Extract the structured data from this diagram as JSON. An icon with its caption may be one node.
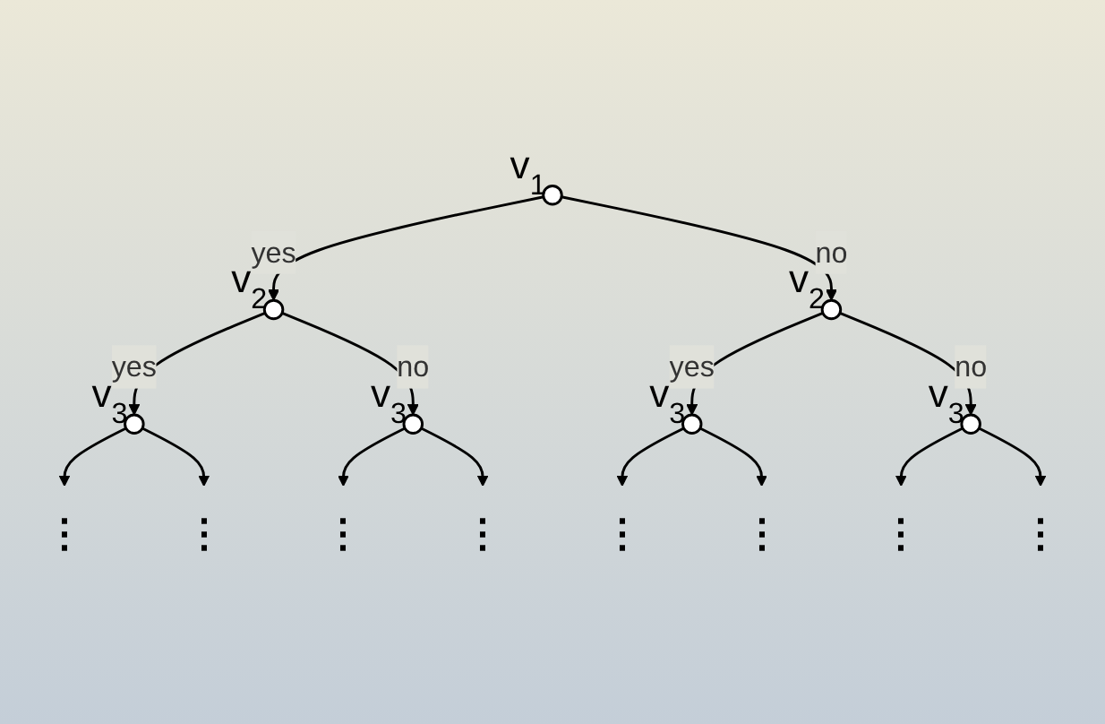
{
  "diagram": {
    "nodes": [
      {
        "text": [],
        "shape": "circle",
        "beside": [
          "v$_{1}$"
        ]
      },
      {
        "text": [],
        "shape": "circle",
        "beside": [
          "v$_{2}$"
        ]
      },
      {
        "text": [],
        "shape": "circle",
        "beside": [
          "v$_{2}$"
        ]
      },
      {
        "text": [],
        "shape": "circle",
        "beside": [
          "v$_{3}$"
        ]
      },
      {
        "text": [],
        "shape": "circle",
        "beside": [
          "v$_{3}$"
        ]
      },
      {
        "text": [],
        "shape": "circle",
        "beside": [
          "v$_{3}$"
        ]
      },
      {
        "text": [],
        "shape": "circle",
        "beside": [
          "v$_{3}$"
        ]
      },
      {
        "text": [
          "⋮"
        ]
      },
      {
        "text": [
          "⋮"
        ]
      },
      {
        "text": [
          "⋮"
        ]
      },
      {
        "text": [
          "⋮"
        ]
      },
      {
        "text": [
          "⋮"
        ]
      },
      {
        "text": [
          "⋮"
        ]
      },
      {
        "text": [
          "⋮"
        ]
      },
      {
        "text": [
          "⋮"
        ]
      }
    ],
    "edges": [
      {
        "from": 0,
        "to": 1,
        "arrow": "to",
        "label": "yes"
      },
      {
        "from": 0,
        "to": 2,
        "arrow": "to",
        "label": "no"
      },
      {
        "from": 1,
        "to": 3,
        "arrow": "to",
        "label": "yes"
      },
      {
        "from": 1,
        "to": 4,
        "arrow": "to",
        "label": "no"
      },
      {
        "from": 2,
        "to": 5,
        "arrow": "to",
        "label": "yes"
      },
      {
        "from": 2,
        "to": 6,
        "arrow": "to",
        "label": "no"
      },
      {
        "from": 3,
        "to": 7,
        "arrow": "to"
      },
      {
        "from": 3,
        "to": 8,
        "arrow": "to"
      },
      {
        "from": 4,
        "to": 9,
        "arrow": "to"
      },
      {
        "from": 4,
        "to": 10,
        "arrow": "to"
      },
      {
        "from": 5,
        "to": 11,
        "arrow": "to"
      },
      {
        "from": 5,
        "to": 12,
        "arrow": "to"
      },
      {
        "from": 6,
        "to": 13,
        "arrow": "to"
      },
      {
        "from": 6,
        "to": 14,
        "arrow": "to"
      }
    ]
  }
}
